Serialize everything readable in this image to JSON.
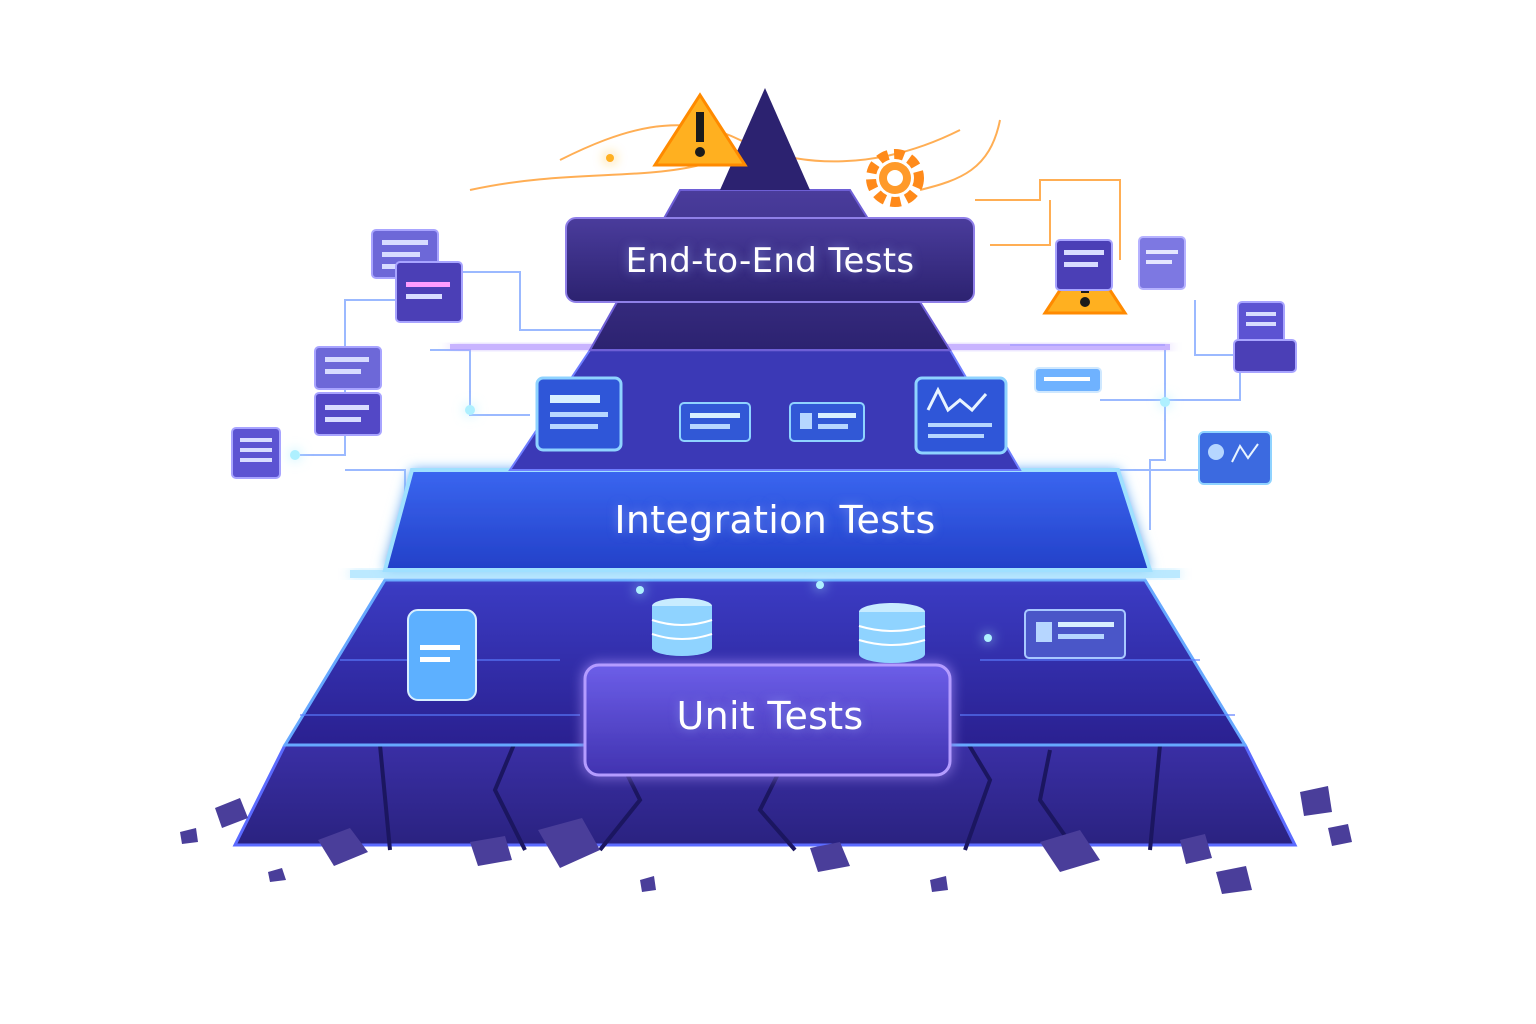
{
  "pyramid": {
    "top_label": "End-to-End Tests",
    "middle_label": "Integration Tests",
    "bottom_label": "Unit Tests"
  },
  "colors": {
    "top_tier": "#3b2d86",
    "middle_tier": "#2f55e6",
    "bottom_tier": "#3a33b8",
    "glow": "#8fd3ff",
    "warning": "#ffb020",
    "circuit": "#5b8cff",
    "rubble": "#4a3e9a"
  },
  "icons": [
    "warning-icon",
    "warning-icon",
    "gear-icon",
    "document-icon",
    "chart-icon",
    "database-icon",
    "circuit-trace"
  ]
}
